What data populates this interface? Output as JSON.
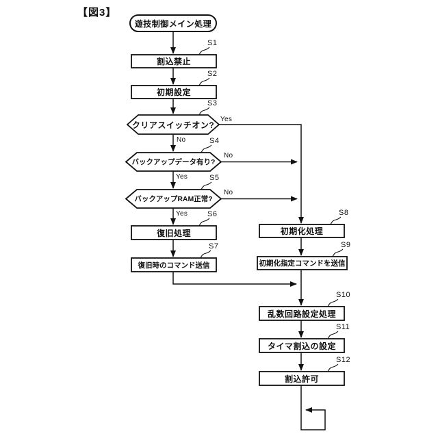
{
  "figure_label": "【図3】",
  "start": {
    "label": "遊技制御メイン処理"
  },
  "branch": {
    "yes": "Yes",
    "no": "No"
  },
  "steps": {
    "s1": {
      "tag": "S1",
      "label": "割込禁止",
      "type": "process"
    },
    "s2": {
      "tag": "S2",
      "label": "初期設定",
      "type": "process"
    },
    "s3": {
      "tag": "S3",
      "label": "クリアスイッチオン?",
      "type": "decision"
    },
    "s4": {
      "tag": "S4",
      "label": "バックアップデータ有り?",
      "type": "decision"
    },
    "s5": {
      "tag": "S5",
      "label": "バックアップRAM正常?",
      "type": "decision"
    },
    "s6": {
      "tag": "S6",
      "label": "復旧処理",
      "type": "process"
    },
    "s7": {
      "tag": "S7",
      "label": "復旧時のコマンド送信",
      "type": "process"
    },
    "s8": {
      "tag": "S8",
      "label": "初期化処理",
      "type": "process"
    },
    "s9": {
      "tag": "S9",
      "label": "初期化指定コマンドを送信",
      "type": "process"
    },
    "s10": {
      "tag": "S10",
      "label": "乱数回路設定処理",
      "type": "process"
    },
    "s11": {
      "tag": "S11",
      "label": "タイマ割込の設定",
      "type": "process"
    },
    "s12": {
      "tag": "S12",
      "label": "割込許可",
      "type": "process"
    }
  },
  "edges": [
    {
      "from": "START",
      "to": "S1"
    },
    {
      "from": "S1",
      "to": "S2"
    },
    {
      "from": "S2",
      "to": "S3"
    },
    {
      "from": "S3",
      "to": "S4",
      "label": "No"
    },
    {
      "from": "S3",
      "to": "S8",
      "label": "Yes"
    },
    {
      "from": "S4",
      "to": "S5",
      "label": "Yes"
    },
    {
      "from": "S4",
      "to": "S8",
      "label": "No"
    },
    {
      "from": "S5",
      "to": "S6",
      "label": "Yes"
    },
    {
      "from": "S5",
      "to": "S8",
      "label": "No"
    },
    {
      "from": "S6",
      "to": "S7"
    },
    {
      "from": "S7",
      "to": "S10"
    },
    {
      "from": "S8",
      "to": "S9"
    },
    {
      "from": "S9",
      "to": "S10"
    },
    {
      "from": "S10",
      "to": "S11"
    },
    {
      "from": "S11",
      "to": "S12"
    },
    {
      "from": "S12",
      "to": "LOOP"
    }
  ]
}
